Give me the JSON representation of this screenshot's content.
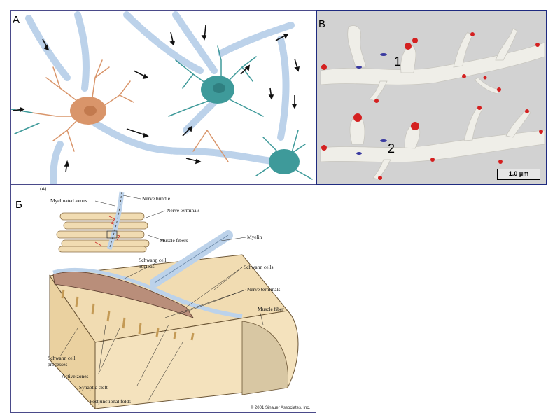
{
  "panel_a": {
    "letter": "A"
  },
  "panel_b": {
    "letter": "B",
    "spine1": "1",
    "spine2": "2",
    "scale": "1.0 μm"
  },
  "panel_c": {
    "letter": "Б",
    "tag": "(A)",
    "labels": {
      "myelinated_axons": "Myelinated axons",
      "nerve_bundle": "Nerve bundle",
      "nerve_terminals_top": "Nerve terminals",
      "muscle_fibers": "Muscle fibers",
      "myelin": "Myelin",
      "schwann_nucleus_1": "Schwann cell",
      "schwann_nucleus_2": "nucleus",
      "schwann_cells": "Schwann cells",
      "nerve_terminals": "Nerve terminals",
      "muscle_fiber": "Muscle fiber",
      "schwann_processes_1": "Schwann cell",
      "schwann_processes_2": "processes",
      "active_zones": "Active zones",
      "synaptic_cleft": "Synaptic cleft",
      "postjunctional_folds": "Postjunctional folds"
    },
    "copyright": "© 2001 Sinauer Associates, Inc."
  },
  "colors": {
    "axon": "#bcd2ea",
    "neuron_orange": "#d9956a",
    "neuron_teal": "#3e9a9a",
    "spine_red": "#d42020",
    "spine_blue": "#3a3aa0",
    "muscle": "#f1dcb2"
  }
}
